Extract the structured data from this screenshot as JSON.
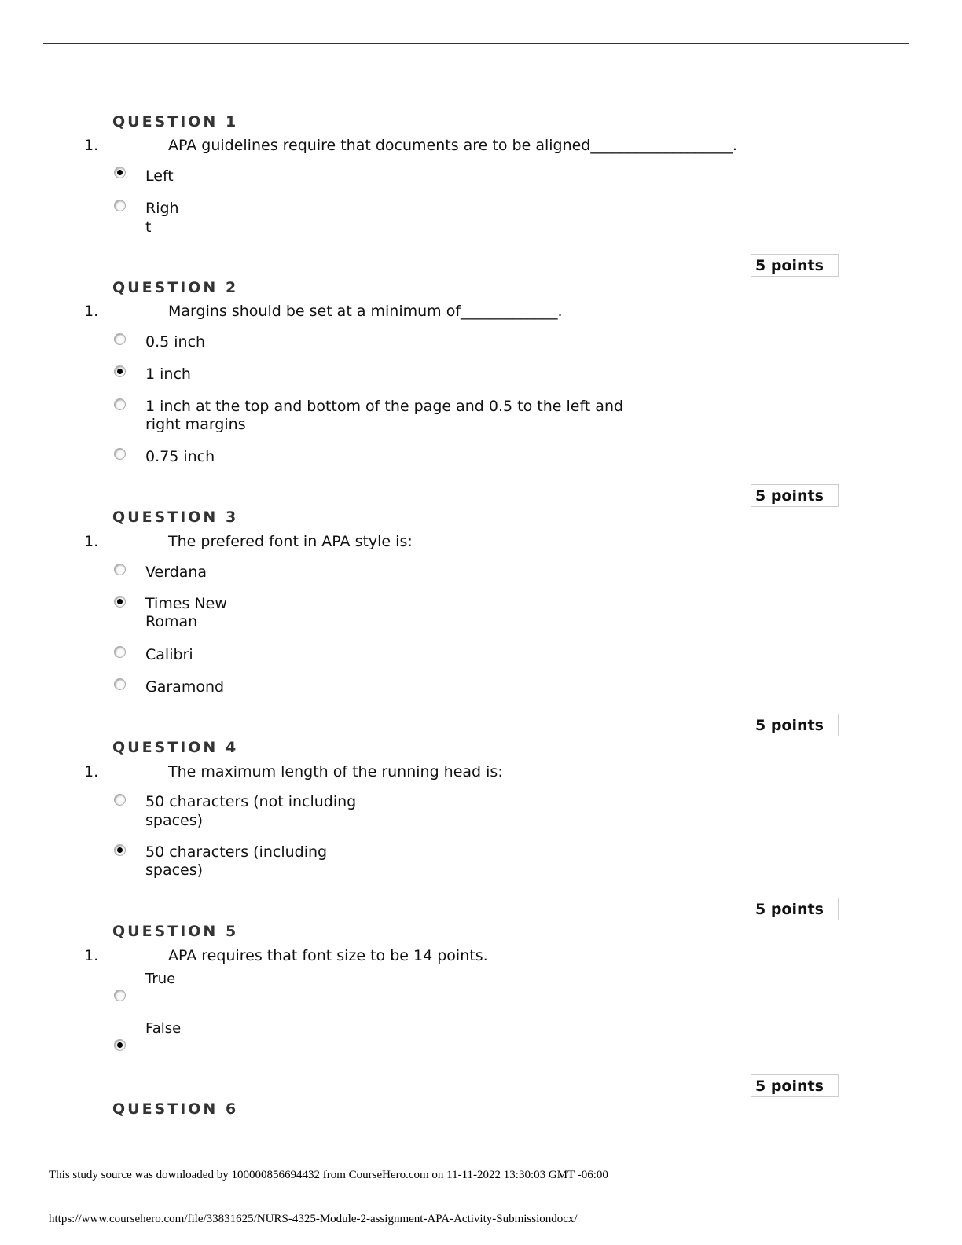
{
  "questions": [
    {
      "header": "QUESTION 1",
      "number": "1.",
      "text": "APA guidelines require that documents are to be aligned___________________.",
      "options": [
        "Left",
        "Righ t"
      ],
      "selected": 0,
      "points": "5 points"
    },
    {
      "header": "QUESTION 2",
      "number": "1.",
      "text": "Margins should be set at a minimum of_____________.",
      "options": [
        "0.5 inch",
        "1 inch",
        "1 inch at the top and bottom of the page and 0.5 to the left and right margins",
        "0.75 inch"
      ],
      "selected": 1,
      "points": "5 points"
    },
    {
      "header": "QUESTION 3",
      "number": "1.",
      "text": "The prefered font in APA style is:",
      "options": [
        "Verdana",
        "Times New Roman",
        "Calibri",
        "Garamond"
      ],
      "selected": 1,
      "points": "5 points"
    },
    {
      "header": "QUESTION 4",
      "number": "1.",
      "text": "The maximum length of the running head is:",
      "options": [
        "50 characters (not including spaces)",
        "50 characters (including spaces)"
      ],
      "selected": 1,
      "points": "5 points"
    },
    {
      "header": "QUESTION 5",
      "number": "1.",
      "text": "APA requires that font size to be 14 points.",
      "options": [
        "True",
        "False"
      ],
      "selected": 1,
      "points": "5 points"
    },
    {
      "header": "QUESTION 6"
    }
  ],
  "footer": {
    "download_note": "This study source was downloaded by 100000856694432 from CourseHero.com on 11-11-2022 13:30:03 GMT -06:00",
    "url": "https://www.coursehero.com/file/33831625/NURS-4325-Module-2-assignment-APA-Activity-Submissiondocx/"
  }
}
